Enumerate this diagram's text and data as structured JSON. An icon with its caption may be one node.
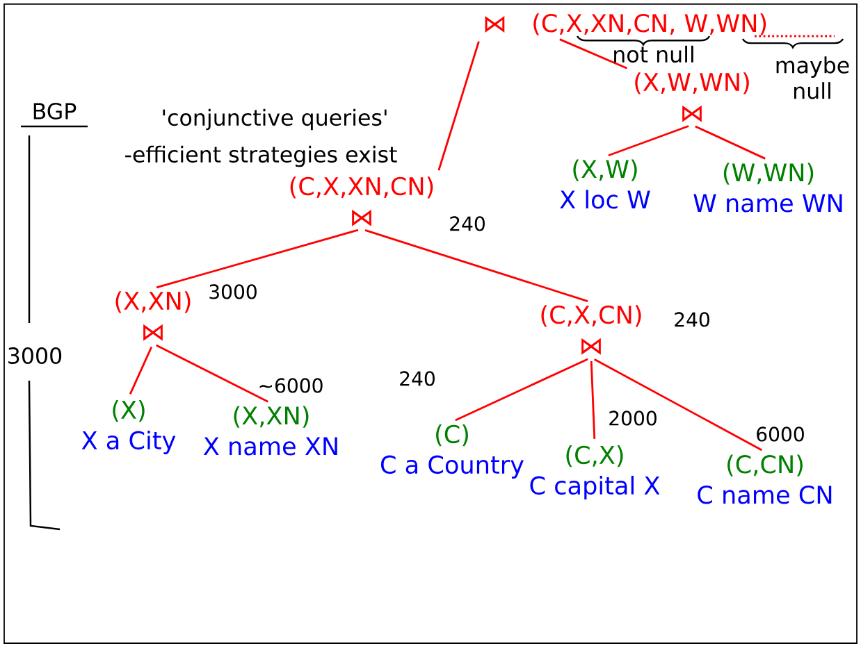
{
  "diagram": {
    "nodes": [
      {
        "text": [
          "⋈",
          "(C,X,XN,CN, W,WN)"
        ]
      },
      {
        "text": [
          "(X,W,WN)",
          "⋈"
        ]
      },
      {
        "text": [
          "(X,W)",
          "X loc W"
        ]
      },
      {
        "text": [
          "(W,WN)",
          "W name WN"
        ]
      },
      {
        "text": [
          "(C,X,XN,CN)",
          "⋈"
        ],
        "beside": [
          "240"
        ]
      },
      {
        "text": [
          "(X,XN)",
          "⋈"
        ],
        "beside": [
          "3000"
        ]
      },
      {
        "text": [
          "(X)",
          "X a City"
        ]
      },
      {
        "text": [
          "(X,XN)",
          "X name XN"
        ],
        "beside": [
          "~6000"
        ]
      },
      {
        "text": [
          "(C,X,CN)",
          "⋈"
        ],
        "beside": [
          "240"
        ]
      },
      {
        "text": [
          "(C)",
          "C a Country"
        ],
        "beside": [
          "240"
        ]
      },
      {
        "text": [
          "(C,X)",
          "C capital X"
        ],
        "beside": [
          "2000"
        ]
      },
      {
        "text": [
          "(C,CN)",
          "C name CN"
        ],
        "beside": [
          "6000"
        ]
      }
    ],
    "edges": [
      {
        "from": 0,
        "to": 4,
        "arrow": "none"
      },
      {
        "from": 0,
        "to": 1,
        "arrow": "none"
      },
      {
        "from": 1,
        "to": 2,
        "arrow": "none"
      },
      {
        "from": 1,
        "to": 3,
        "arrow": "none"
      },
      {
        "from": 4,
        "to": 5,
        "arrow": "none"
      },
      {
        "from": 4,
        "to": 8,
        "arrow": "none"
      },
      {
        "from": 5,
        "to": 6,
        "arrow": "none"
      },
      {
        "from": 5,
        "to": 7,
        "arrow": "none"
      },
      {
        "from": 8,
        "to": 9,
        "arrow": "none"
      },
      {
        "from": 8,
        "to": 10,
        "arrow": "none"
      },
      {
        "from": 8,
        "to": 11,
        "arrow": "none"
      }
    ],
    "labels": [
      "BGP",
      "'conjunctive queries'",
      "-efficient strategies exist",
      "not null",
      "maybe null",
      "3000"
    ]
  }
}
